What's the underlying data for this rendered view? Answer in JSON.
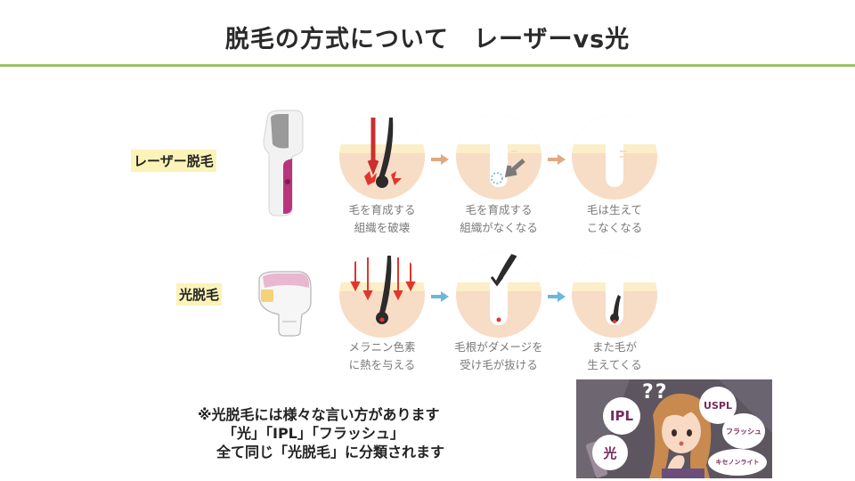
{
  "title": "脱毛の方式について　レーザーvs光",
  "laser": {
    "label": "レーザー脱毛",
    "steps": [
      {
        "line1": "毛を育成する",
        "line2": "組織を破壊"
      },
      {
        "line1": "毛を育成する",
        "line2": "組織がなくなる"
      },
      {
        "line1": "毛は生えて",
        "line2": "こなくなる"
      }
    ]
  },
  "light": {
    "label": "光脱毛",
    "steps": [
      {
        "line1": "メラニン色素",
        "line2": "に熱を与える"
      },
      {
        "line1": "毛根がダメージを",
        "line2": "受け毛が抜ける"
      },
      {
        "line1": "また毛が",
        "line2": "生えてくる"
      }
    ]
  },
  "note": {
    "line1": "※光脱毛には様々な言い方があります",
    "line2": "「光」「IPL」「フラッシュ」",
    "line3": "全て同じ「光脱毛」に分類されます"
  },
  "illustration": {
    "question_marks": "??",
    "bubbles": [
      "IPL",
      "光",
      "USPL",
      "フラッシュ",
      "キセノンライト"
    ]
  },
  "colors": {
    "title_rule": "#9cc069",
    "label_highlight": "#fbf3b8",
    "laser_arrow": "#e0a981",
    "light_arrow": "#6ab7dc",
    "skin": "#f7dcc6",
    "skin_top": "#fbeec8",
    "laser_device_accent": "#b8347c",
    "light_device_accent": "#e9b7cf"
  }
}
